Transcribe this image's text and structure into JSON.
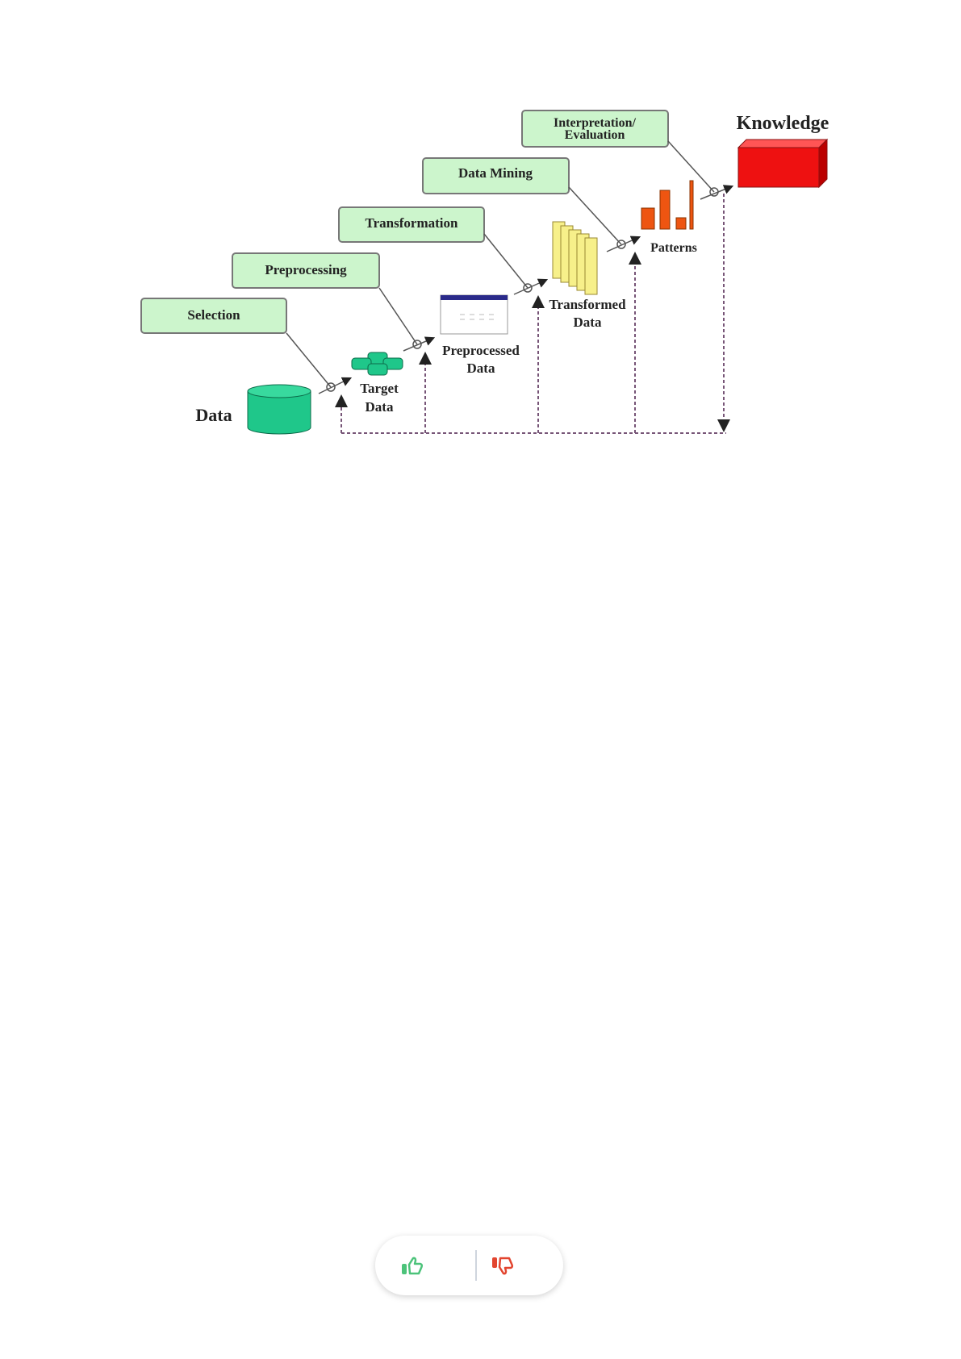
{
  "diagram": {
    "steps": [
      "Selection",
      "Preprocessing",
      "Transformation",
      "Data Mining",
      "Interpretation/",
      "Evaluation"
    ],
    "nodes": {
      "data": "Data",
      "target_1": "Target",
      "target_2": "Data",
      "pre_1": "Preprocessed",
      "pre_2": "Data",
      "trans_1": "Transformed",
      "trans_2": "Data",
      "patterns": "Patterns",
      "knowledge": "Knowledge"
    },
    "colors": {
      "box": "#ccf5cc",
      "cyl": "#1fc78a",
      "knowledge": "#ee1111",
      "patterns": "#ee5511",
      "stack": "#f7f08a"
    }
  },
  "feedback": {
    "like": "thumbs-up",
    "dislike": "thumbs-down"
  }
}
